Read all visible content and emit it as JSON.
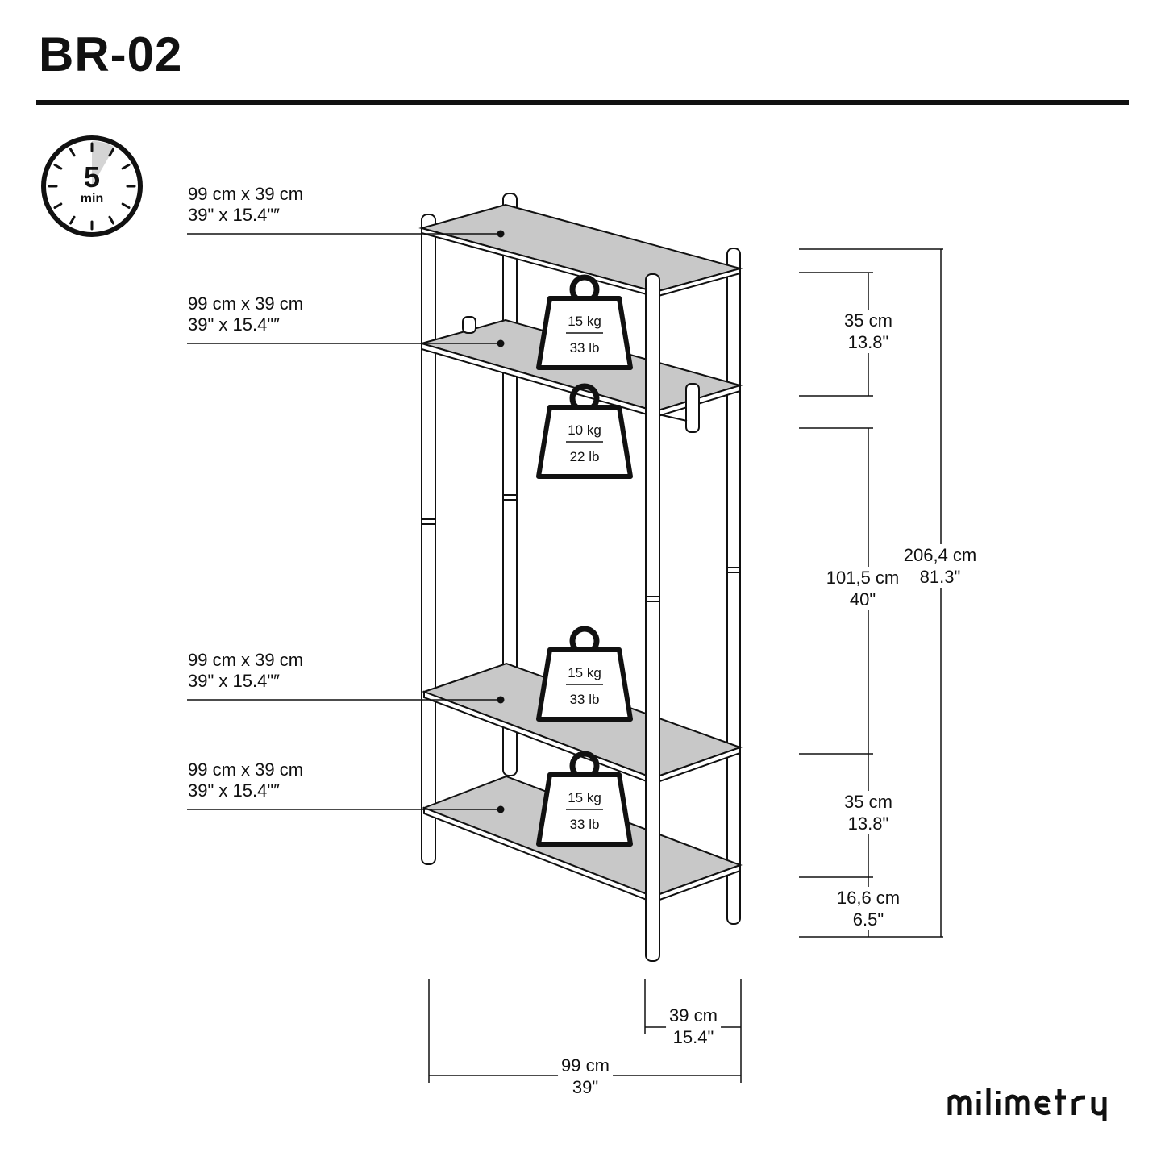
{
  "header": {
    "title": "BR-02"
  },
  "timer": {
    "value": "5",
    "unit": "min"
  },
  "shelves": [
    {
      "size_cm": "99 cm x 39 cm",
      "size_in": "39\" x 15.4\"″"
    },
    {
      "size_cm": "99 cm x 39 cm",
      "size_in": "39\" x 15.4\"″"
    },
    {
      "size_cm": "99 cm x 39 cm",
      "size_in": "39\" x 15.4\"″"
    },
    {
      "size_cm": "99 cm x 39 cm",
      "size_in": "39\" x 15.4\"″"
    }
  ],
  "weights": [
    {
      "kg": "15 kg",
      "lb": "33 lb"
    },
    {
      "kg": "10 kg",
      "lb": "22 lb"
    },
    {
      "kg": "15 kg",
      "lb": "33 lb"
    },
    {
      "kg": "15 kg",
      "lb": "33 lb"
    }
  ],
  "dimensions": {
    "top_gap": {
      "cm": "35 cm",
      "in": "13.8\""
    },
    "middle_gap": {
      "cm": "101,5 cm",
      "in": "40\""
    },
    "bottom_gap": {
      "cm": "35 cm",
      "in": "13.8\""
    },
    "foot": {
      "cm": "16,6 cm",
      "in": "6.5\""
    },
    "total_height": {
      "cm": "206,4 cm",
      "in": "81.3\""
    },
    "depth": {
      "cm": "39 cm",
      "in": "15.4\""
    },
    "width": {
      "cm": "99 cm",
      "in": "39\""
    }
  },
  "brand": {
    "name": "milimetry"
  },
  "colors": {
    "ink": "#111111",
    "shelf_fill": "#c8c8c8",
    "timer_wedge": "#d4d4d4",
    "background": "#ffffff"
  }
}
